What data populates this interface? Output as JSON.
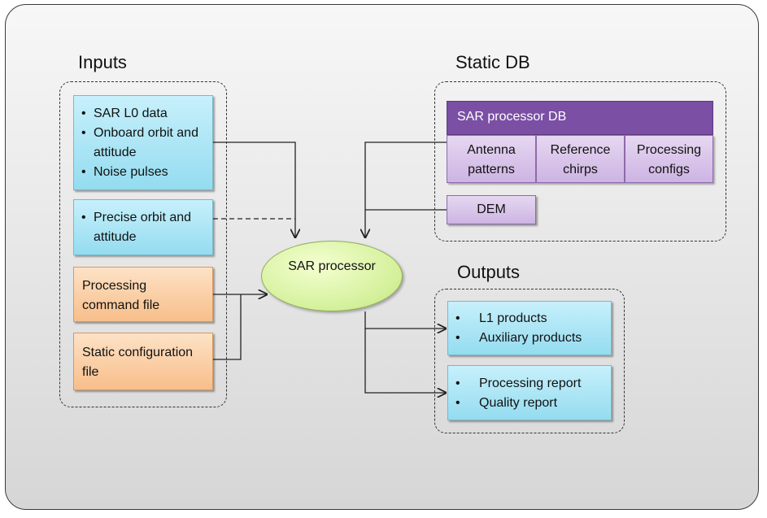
{
  "sections": {
    "inputs": "Inputs",
    "static_db": "Static DB",
    "outputs": "Outputs"
  },
  "inputs": {
    "box1": [
      "SAR L0 data",
      "Onboard orbit and attitude",
      "Noise pulses"
    ],
    "box2": [
      "Precise orbit and attitude"
    ],
    "box3": "Processing command file",
    "box4": "Static configuration file"
  },
  "processor": "SAR processor",
  "db": {
    "header": "SAR processor  DB",
    "cells": [
      "Antenna patterns",
      "Reference chirps",
      "Processing configs"
    ],
    "dem": "DEM"
  },
  "outputs": {
    "box1": [
      "L1 products",
      "Auxiliary products"
    ],
    "box2": [
      "Processing report",
      "Quality report"
    ]
  }
}
